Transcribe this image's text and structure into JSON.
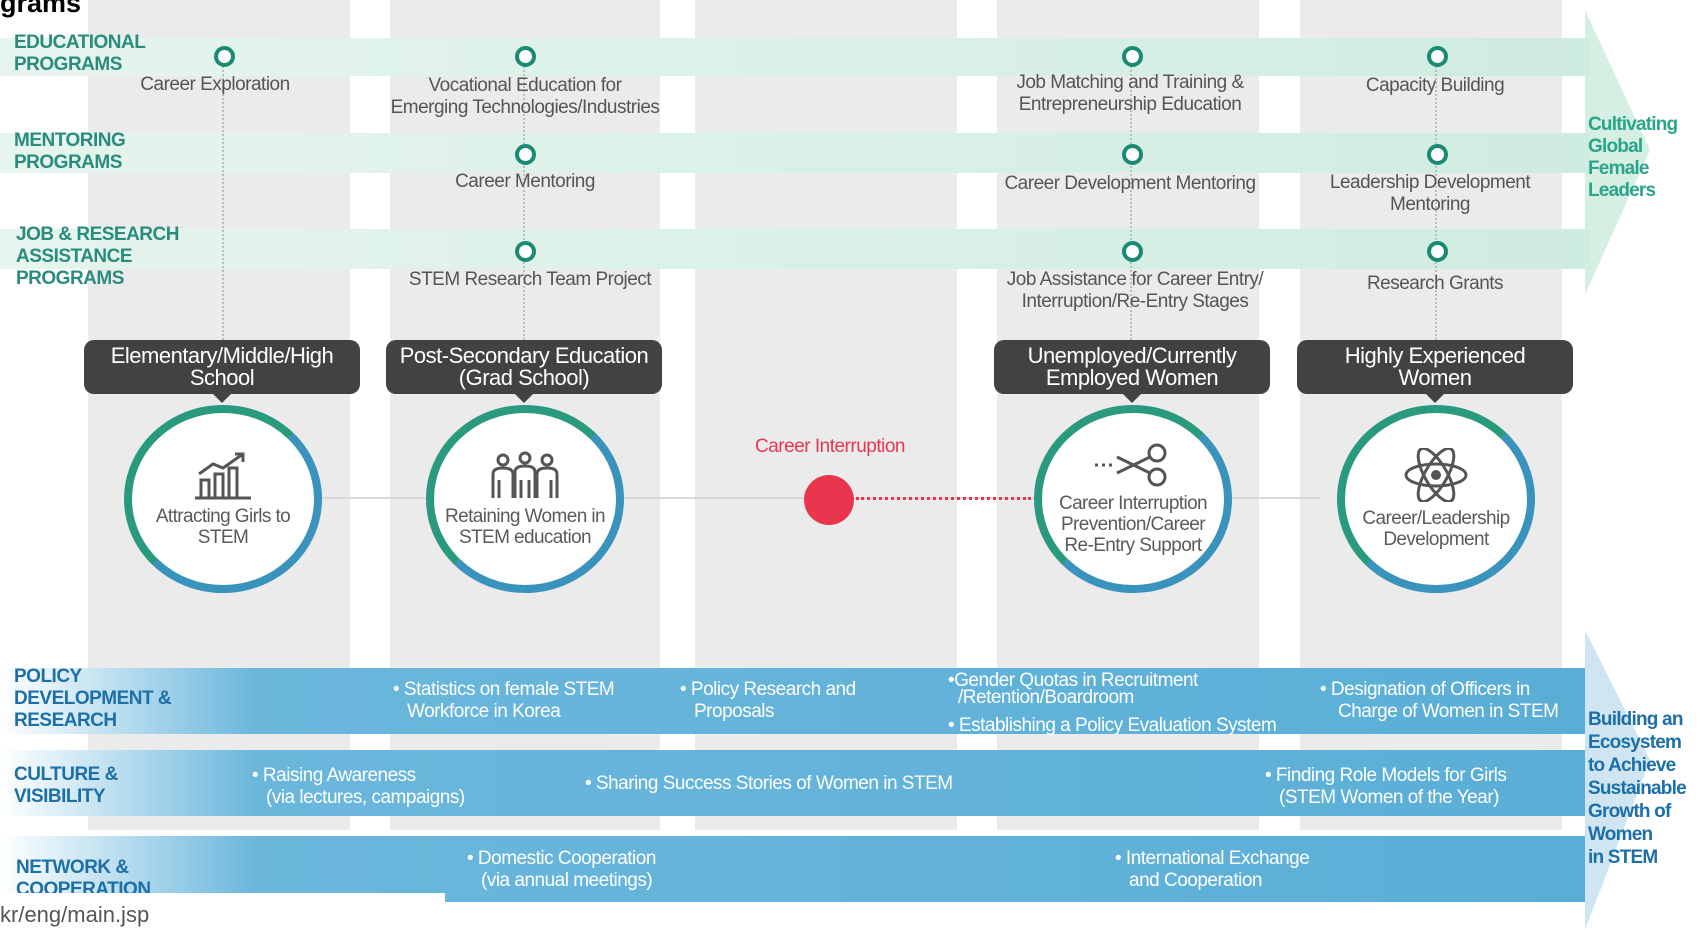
{
  "header": {
    "title": "grams"
  },
  "rows": {
    "educational": {
      "label_line1": "EDUCATIONAL",
      "label_line2": "PROGRAMS"
    },
    "mentoring": {
      "label_line1": "MENTORING",
      "label_line2": "PROGRAMS"
    },
    "job": {
      "label_line1": "JOB & RESEARCH",
      "label_line2": "ASSISTANCE",
      "label_line3": "PROGRAMS"
    }
  },
  "programs": {
    "career_exploration": "Career Exploration",
    "vocational_1": "Vocational Education for",
    "vocational_2": "Emerging Technologies/Industries",
    "job_matching_1": "Job Matching and Training &",
    "job_matching_2": "Entrepreneurship Education",
    "capacity_building": "Capacity Building",
    "career_mentoring": "Career Mentoring",
    "career_dev_mentoring": "Career Development Mentoring",
    "leadership_1": "Leadership Development",
    "leadership_2": "Mentoring",
    "stem_research": "STEM Research Team Project",
    "job_assist_1": "Job Assistance for Career Entry/",
    "job_assist_2": "Interruption/Re-Entry Stages",
    "research_grants": "Research Grants"
  },
  "side_top": {
    "line1": "Cultivating",
    "line2": "Global",
    "line3": "Female",
    "line4": "Leaders",
    "color": "#2aa58a"
  },
  "stages": [
    {
      "line1": "Elementary/Middle/High",
      "line2": "School"
    },
    {
      "line1": "Post-Secondary Education",
      "line2": "(Grad School)"
    },
    {
      "line1": "Unemployed/Currently",
      "line2": "Employed Women"
    },
    {
      "line1": "Highly Experienced",
      "line2": "Women"
    }
  ],
  "circles": [
    {
      "icon": "bar-chart-growth-icon",
      "line1": "Attracting Girls to",
      "line2": "STEM"
    },
    {
      "icon": "people-group-icon",
      "line1": "Retaining Women in",
      "line2": "STEM education"
    },
    {
      "icon": "scissors-icon",
      "line1": "Career Interruption",
      "line2": "Prevention/Career",
      "line3": "Re-Entry Support"
    },
    {
      "icon": "atom-icon",
      "line1": "Career/Leadership",
      "line2": "Development"
    }
  ],
  "interruption": {
    "label": "Career Interruption",
    "color": "#e8364f"
  },
  "bottom_rows": {
    "policy": {
      "l1": "POLICY",
      "l2": "DEVELOPMENT &",
      "l3": "RESEARCH"
    },
    "culture": {
      "l1": "CULTURE &",
      "l2": "VISIBILITY"
    },
    "network": {
      "l1": "NETWORK &",
      "l2": "COOPERATION"
    }
  },
  "bullets": {
    "stats_1": "• Statistics on female STEM",
    "stats_2": "Workforce in Korea",
    "policy_research_1": "• Policy Research and",
    "policy_research_2": "Proposals",
    "quotas_1": "•Gender Quotas in Recruitment",
    "quotas_2": "/Retention/Boardroom",
    "evaluation": "• Establishing a Policy Evaluation System",
    "officers_1": "• Designation of Officers in",
    "officers_2": "Charge of Women in STEM",
    "awareness_1": "• Raising Awareness",
    "awareness_2": "(via lectures, campaigns)",
    "success": "• Sharing Success Stories of Women in STEM",
    "role_models_1": "• Finding Role Models for Girls",
    "role_models_2": "(STEM Women of the Year)",
    "domestic_1": "• Domestic Cooperation",
    "domestic_2": "(via annual meetings)",
    "international_1": "• International Exchange",
    "international_2": "and Cooperation"
  },
  "side_bottom": {
    "line1": "Building an",
    "line2": "Ecosystem",
    "line3": "to Achieve",
    "line4": "Sustainable",
    "line5": "Growth of",
    "line6": "Women",
    "line7": "in STEM",
    "color": "#1d6fa8"
  },
  "footer": {
    "url": "kr/eng/main.jsp"
  },
  "colors": {
    "green_band": "#d9f0e6",
    "blue_band": "#5aaed6",
    "teal": "#1b8a73"
  }
}
